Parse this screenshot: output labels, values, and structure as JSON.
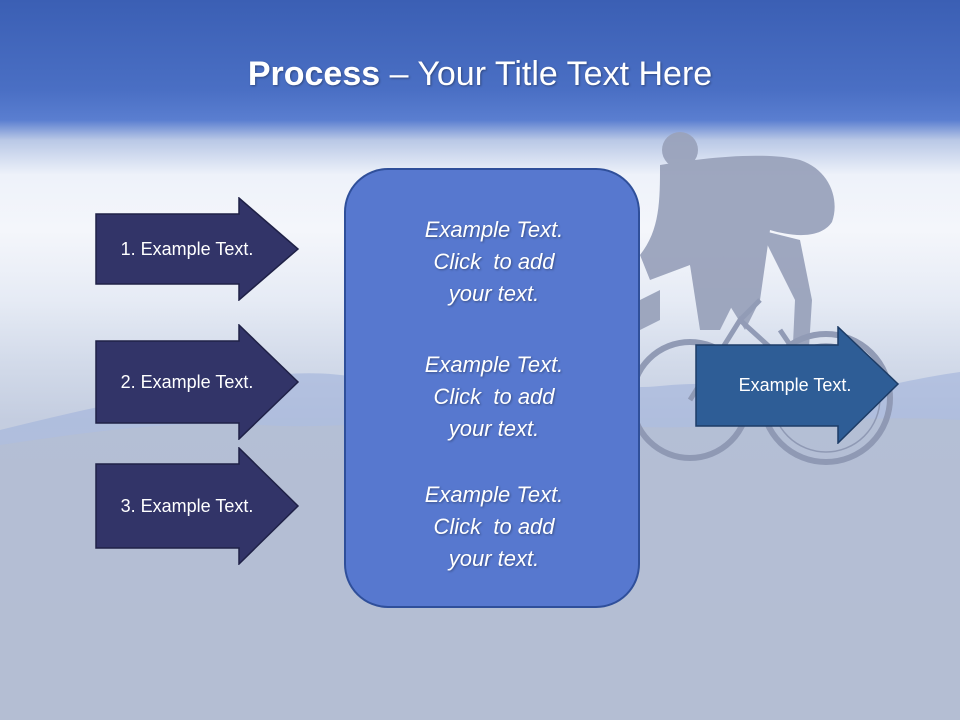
{
  "title": {
    "bold": "Process",
    "rest": " – Your Title Text Here"
  },
  "inputs": [
    {
      "label": "1. Example Text."
    },
    {
      "label": "2. Example Text."
    },
    {
      "label": "3. Example Text."
    }
  ],
  "center": {
    "paragraphs": [
      {
        "line1": "Example Text.",
        "line2": "Click  to add",
        "line3": "your text."
      },
      {
        "line1": "Example Text.",
        "line2": "Click  to add",
        "line3": "your text."
      },
      {
        "line1": "Example Text.",
        "line2": "Click  to add",
        "line3": "your text."
      }
    ]
  },
  "output": {
    "label": "Example Text."
  },
  "colors": {
    "input_arrow_fill": "#323468",
    "center_box_fill": "#5778cf",
    "output_arrow_fill": "#2e5d96",
    "title_bar": "#3b5fb4"
  }
}
